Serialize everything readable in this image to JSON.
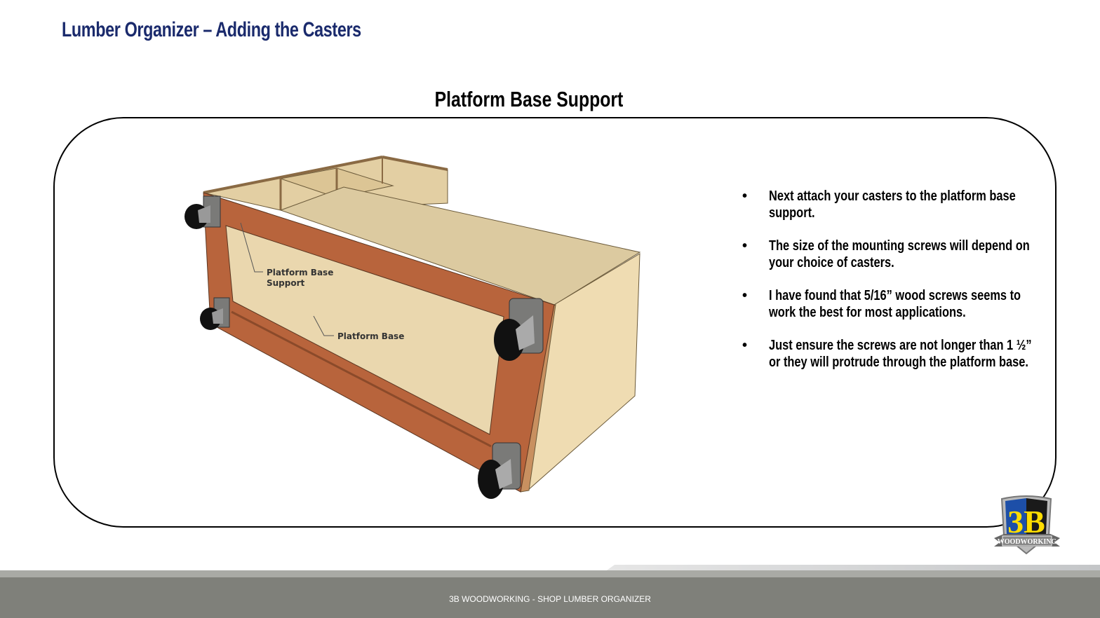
{
  "header": {
    "title": "Lumber Organizer – Adding the Casters"
  },
  "section": {
    "title": "Platform Base Support"
  },
  "illustration": {
    "labels": {
      "support_line1": "Platform Base",
      "support_line2": "Support",
      "base": "Platform Base"
    }
  },
  "bullets": [
    "Next attach your casters to the platform base support.",
    "The size of the mounting screws will depend on your choice of casters.",
    " I have found that 5/16” wood screws seems to work the best for most applications.",
    "Just ensure the screws are not longer than 1 ½” or they will protrude through the platform base."
  ],
  "bullet_symbol": "•",
  "logo": {
    "text_main": "3B",
    "text_banner": "WOODWORKING"
  },
  "footer": {
    "text": "3B WOODWORKING - SHOP LUMBER ORGANIZER"
  },
  "colors": {
    "title": "#1a2a6c",
    "footer": "#7f807a",
    "wood_frame": "#b8643c",
    "plywood": "#ead7ae"
  }
}
